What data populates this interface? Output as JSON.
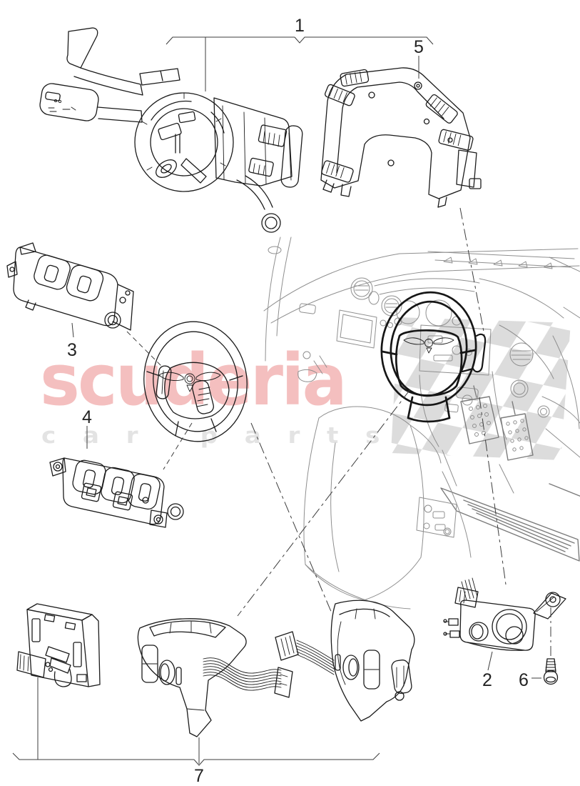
{
  "watermark": {
    "brand": "scuderia",
    "tagline": "car parts",
    "brand_color": "#f4bfbf",
    "tagline_color": "#e3e3e3",
    "checker_color": "#dcdcdc"
  },
  "colors": {
    "background": "#ffffff",
    "part_line": "#1b1b1b",
    "interior_line": "#8f8f8f",
    "leader_line": "#3c3c3c"
  },
  "callouts": {
    "1": "1",
    "2": "2",
    "3": "3",
    "4": "4",
    "5": "5",
    "6": "6",
    "7": "7"
  },
  "icons": [
    "bentley-wings-icon",
    "checkered-flag-icon",
    "turn-signal-stalk-icon",
    "wiper-stalk-icon",
    "screw-icon"
  ]
}
